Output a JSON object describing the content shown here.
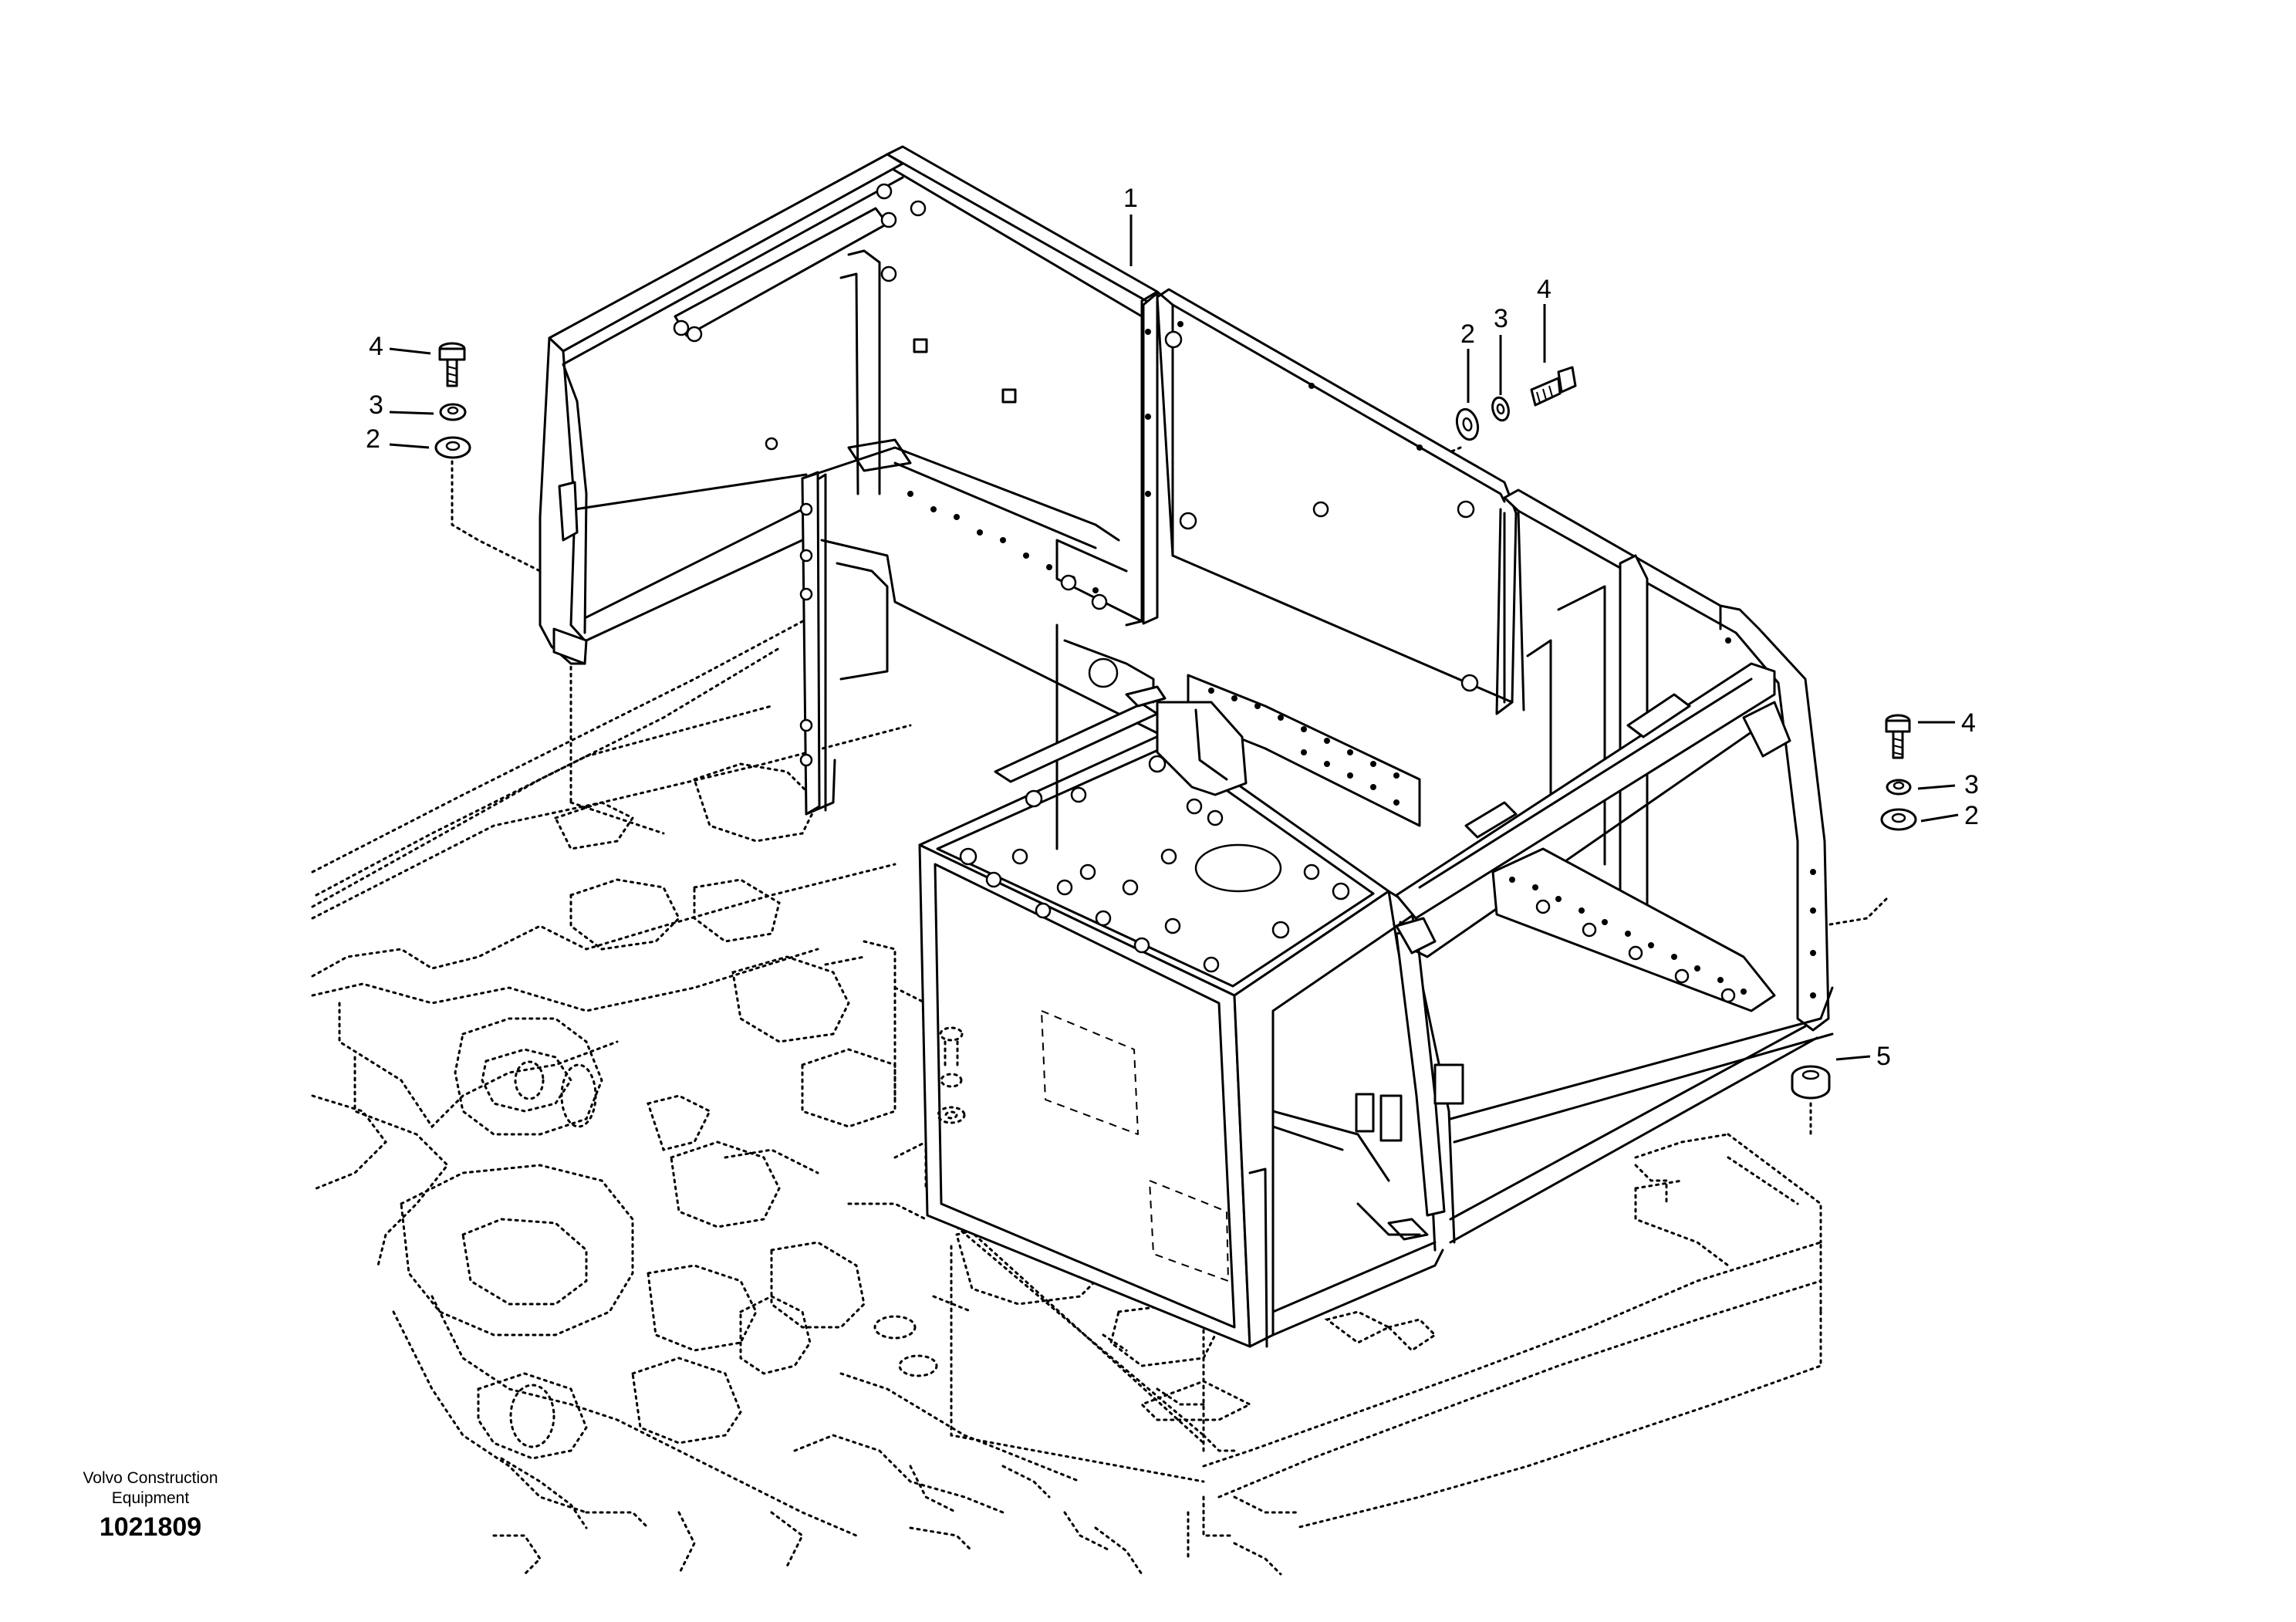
{
  "callouts": [
    {
      "label": "1"
    },
    {
      "label": "2"
    },
    {
      "label": "3"
    },
    {
      "label": "4"
    },
    {
      "label": "2"
    },
    {
      "label": "3"
    },
    {
      "label": "4"
    },
    {
      "label": "4"
    },
    {
      "label": "3"
    },
    {
      "label": "2"
    },
    {
      "label": "5"
    }
  ],
  "footer": {
    "line1": "Volvo Construction",
    "line2": "Equipment",
    "number": "1021809"
  },
  "icons": [
    "bolt-icon",
    "lock-washer-icon",
    "flat-washer-icon",
    "rubber-mount-icon"
  ]
}
